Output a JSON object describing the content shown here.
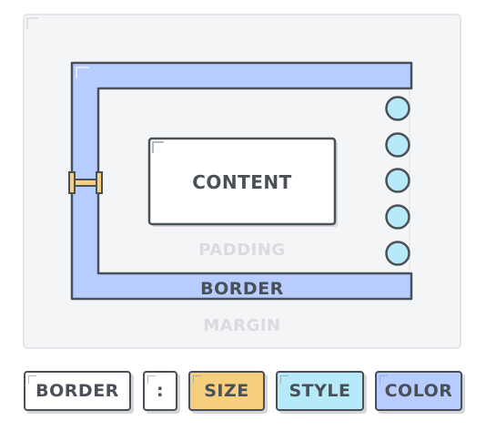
{
  "diagram": {
    "content_label": "CONTENT",
    "padding_label": "PADDING",
    "border_label": "BORDER",
    "margin_label": "MARGIN"
  },
  "tokens": [
    {
      "label": "BORDER",
      "color": "#ffffff"
    },
    {
      "label": ":",
      "color": "#ffffff"
    },
    {
      "label": "SIZE",
      "color": "#f6cf7e"
    },
    {
      "label": "STYLE",
      "color": "#b7eaf8"
    },
    {
      "label": "COLOR",
      "color": "#b7ccff"
    }
  ],
  "colors": {
    "outline": "#4a5058",
    "border_fill": "#b7ccff",
    "circle_fill": "#b7eaf8",
    "handle_fill": "#f6cf7e",
    "margin_fill": "#f4f5f6",
    "padding_fill": "#f4f5f6"
  }
}
